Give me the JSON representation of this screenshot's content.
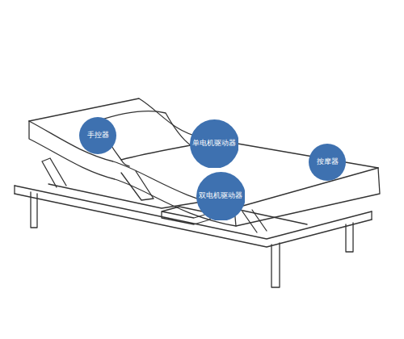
{
  "diagram": {
    "nodes": [
      {
        "text": [
          "手控器"
        ]
      },
      {
        "text": [
          "单电机驱动器"
        ]
      },
      {
        "text": [
          "按摩器"
        ]
      },
      {
        "text": [
          "双电机驱动器"
        ]
      }
    ]
  }
}
